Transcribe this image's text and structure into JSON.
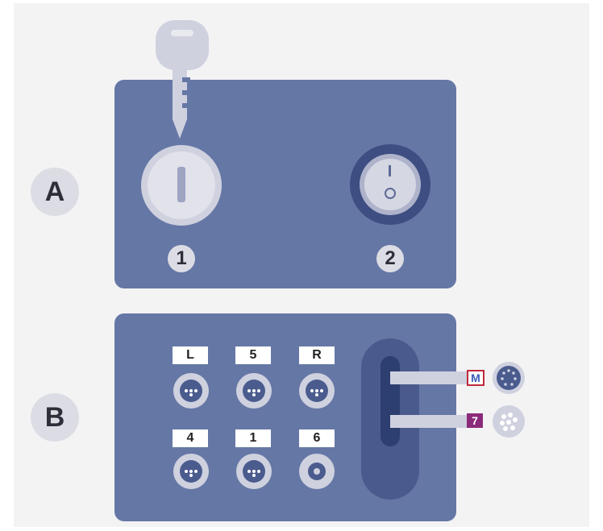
{
  "sections": {
    "a_label": "A",
    "b_label": "B"
  },
  "panel_a": {
    "key_switch_number": "1",
    "power_switch_number": "2"
  },
  "panel_b": {
    "top_row": [
      "L",
      "5",
      "R"
    ],
    "bottom_row": [
      "4",
      "1",
      "6"
    ],
    "cables": [
      {
        "tag": "M",
        "tag_color": "#c0283c"
      },
      {
        "tag": "7",
        "tag_color": "#8b2a7a"
      }
    ]
  },
  "colors": {
    "panel": "#6577a5",
    "badge": "#dcdde4",
    "connector": "#cfd1df"
  }
}
